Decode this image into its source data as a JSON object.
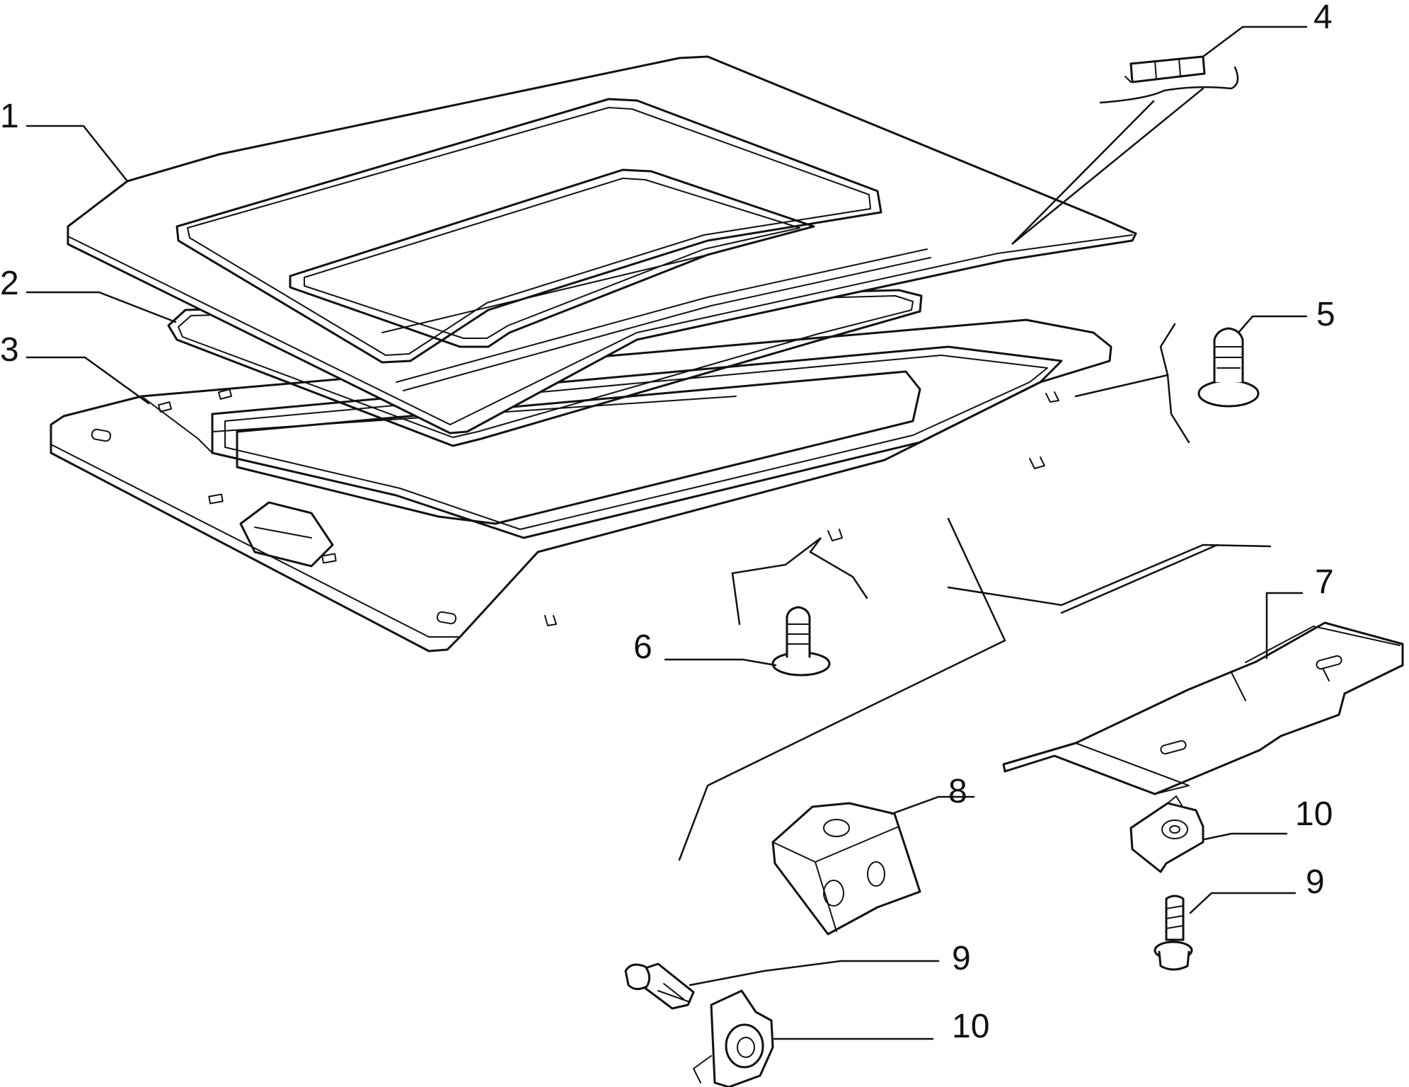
{
  "diagram": {
    "callouts": {
      "p1": "1",
      "p2": "2",
      "p3": "3",
      "p4": "4",
      "p5": "5",
      "p6": "6",
      "p7": "7",
      "p8": "8",
      "p9a": "9",
      "p9b": "9",
      "p10a": "10",
      "p10b": "10"
    }
  }
}
